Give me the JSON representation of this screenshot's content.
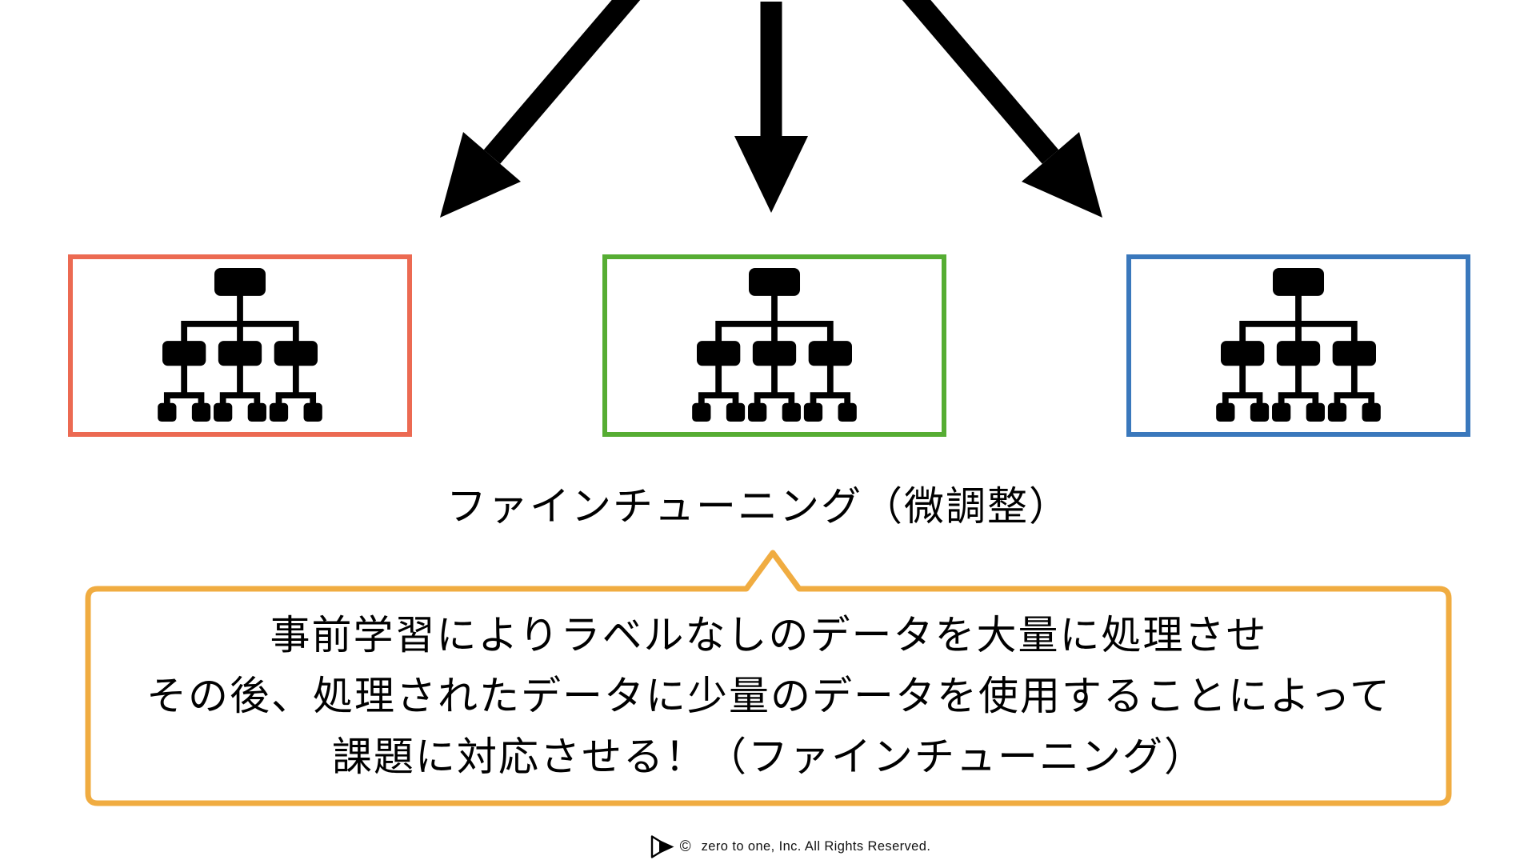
{
  "slide": {
    "arrows": [
      {
        "icon": "arrow-down-left-icon",
        "color": "#000000"
      },
      {
        "icon": "arrow-down-icon",
        "color": "#000000"
      },
      {
        "icon": "arrow-down-right-icon",
        "color": "#000000"
      }
    ],
    "model_boxes": [
      {
        "position": "left",
        "icon": "hierarchy-icon",
        "border_color": "#EC6A52"
      },
      {
        "position": "center",
        "icon": "hierarchy-icon",
        "border_color": "#56AD33"
      },
      {
        "position": "right",
        "icon": "hierarchy-icon",
        "border_color": "#3A78BC"
      }
    ],
    "caption": "ファインチューニング（微調整）",
    "callout": {
      "border_color": "#F0AC41",
      "lines": [
        "事前学習によりラベルなしのデータを大量に処理させ",
        "その後、処理されたデータに少量のデータを使用することによって",
        "課題に対応させる！（ファインチューニング）"
      ]
    },
    "footer": {
      "logo_icon": "zero-to-one-logo-icon",
      "copyright_symbol": "©",
      "text": "zero to one, Inc. All Rights Reserved."
    }
  }
}
